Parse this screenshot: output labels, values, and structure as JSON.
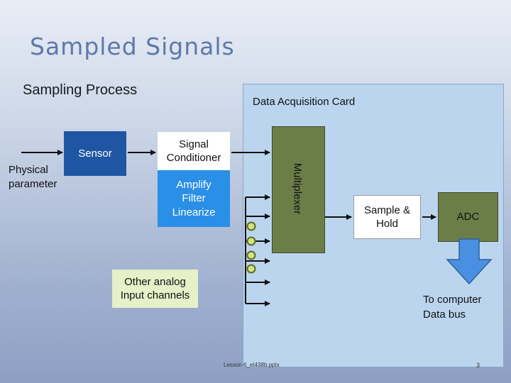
{
  "slide": {
    "title": "Sampled Signals",
    "section_label": "Sampling Process",
    "footer": "Lesson 6_et438b.pptx",
    "page_number": "3"
  },
  "diagram": {
    "daq_card_label": "Data Acquisition Card",
    "input_label": "Physical\nparameter",
    "sensor": "Sensor",
    "conditioner": "Signal\nConditioner",
    "conditioner_functions": "Amplify\nFilter\nLinearize",
    "multiplexer": "Multiplexer",
    "other_channels": "Other analog\nInput channels",
    "sample_hold": "Sample &\nHold",
    "adc": "ADC",
    "output_label": "To computer\nData bus"
  },
  "colors": {
    "title": "#5d79a8",
    "card": "#bcd5ee",
    "sensor": "#1f56a3",
    "amplify": "#2a8fe6",
    "mux": "#6c7e48",
    "other": "#e6f0c9",
    "arrow_fill": "#4a90e2"
  }
}
